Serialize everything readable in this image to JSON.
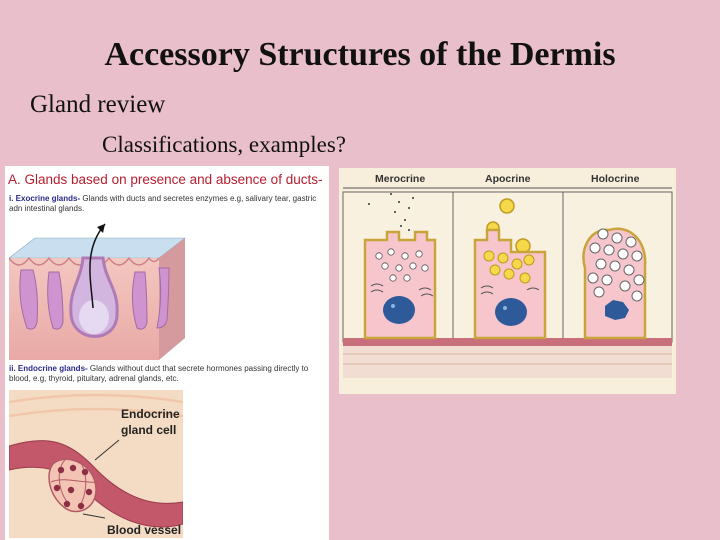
{
  "slide": {
    "title": "Accessory Structures of the Dermis",
    "line1": "Gland review",
    "line2": "Classifications, examples?"
  },
  "figure_a": {
    "heading": "A. Glands based on presence and absence of ducts-",
    "exocrine_term": "i.   Exocrine glands-",
    "exocrine_text": " Glands with ducts and secretes enzymes e.g, salivary tear, gastric adn intestinal glands.",
    "endocrine_term": "ii. Endocrine glands-",
    "endocrine_text": " Glands without duct that secrete hormones passing directly to blood, e.g, thyroid, pituitary, adrenal glands, etc.",
    "label_cell_1": "Endocrine",
    "label_cell_2": "gland cell",
    "label_vessel": "Blood vessel"
  },
  "figure_b": {
    "columns": [
      "Merocrine",
      "Apocrine",
      "Holocrine"
    ]
  }
}
